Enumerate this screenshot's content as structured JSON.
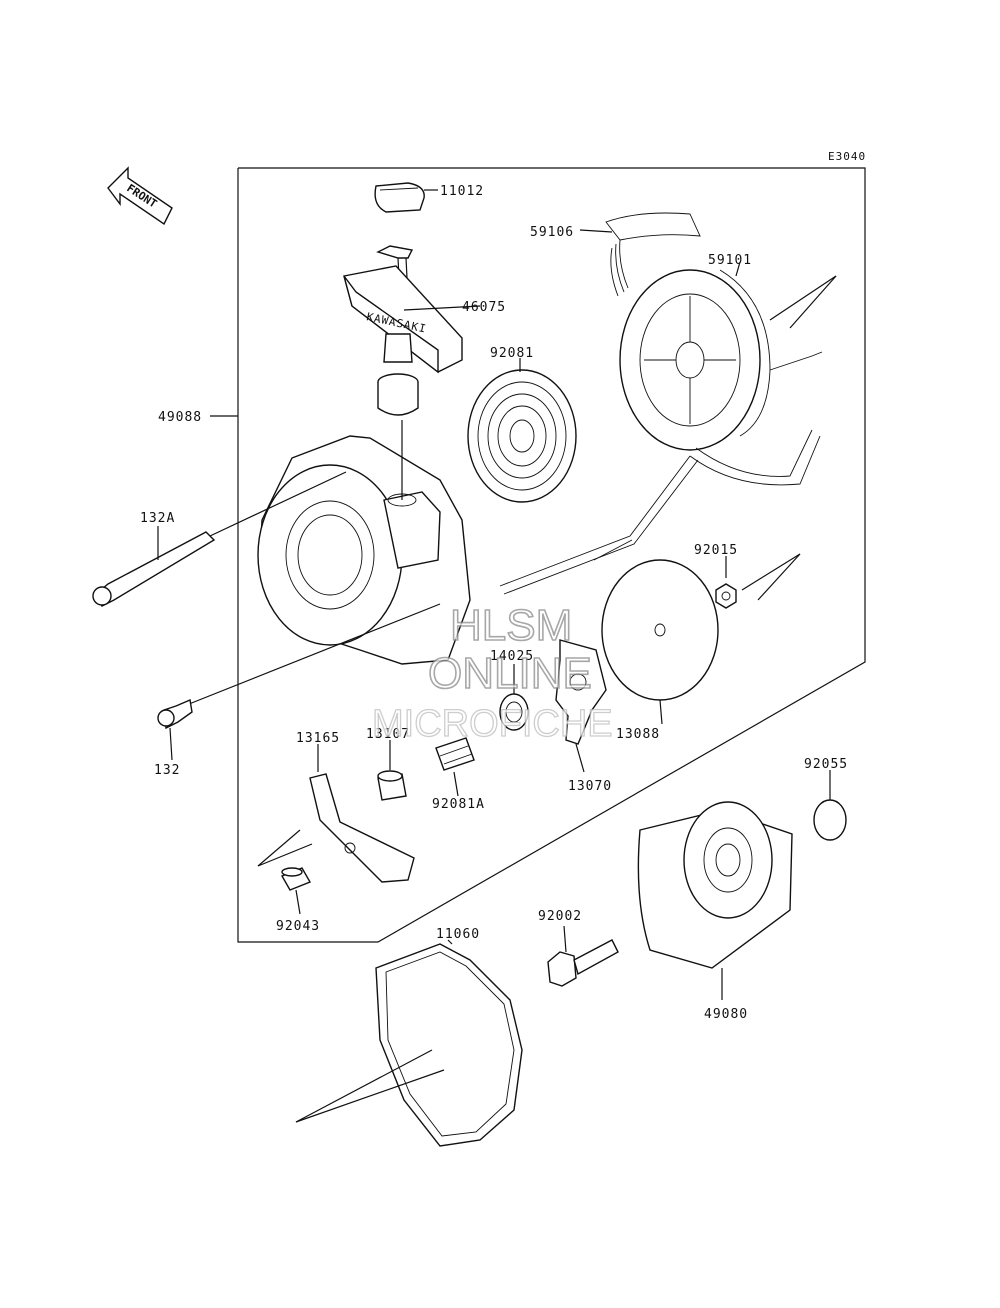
{
  "diagram": {
    "code": "E3040",
    "front_label": "FRONT",
    "brand_on_handle": "KAWASAKI",
    "watermark": [
      "HLSM",
      "ONLINE",
      "MICROFICHE"
    ],
    "parts": [
      {
        "id": "p11012",
        "number": "11012"
      },
      {
        "id": "p46075",
        "number": "46075"
      },
      {
        "id": "p59106",
        "number": "59106"
      },
      {
        "id": "p59101",
        "number": "59101"
      },
      {
        "id": "p92081",
        "number": "92081"
      },
      {
        "id": "p49088",
        "number": "49088"
      },
      {
        "id": "p132A",
        "number": "132A"
      },
      {
        "id": "p92015",
        "number": "92015"
      },
      {
        "id": "p14025",
        "number": "14025"
      },
      {
        "id": "p13088",
        "number": "13088"
      },
      {
        "id": "p132",
        "number": "132"
      },
      {
        "id": "p13165",
        "number": "13165"
      },
      {
        "id": "p13107",
        "number": "13107"
      },
      {
        "id": "p92081A",
        "number": "92081A"
      },
      {
        "id": "p13070",
        "number": "13070"
      },
      {
        "id": "p92055",
        "number": "92055"
      },
      {
        "id": "p92043",
        "number": "92043"
      },
      {
        "id": "p11060",
        "number": "11060"
      },
      {
        "id": "p92002",
        "number": "92002"
      },
      {
        "id": "p49080",
        "number": "49080"
      }
    ]
  }
}
